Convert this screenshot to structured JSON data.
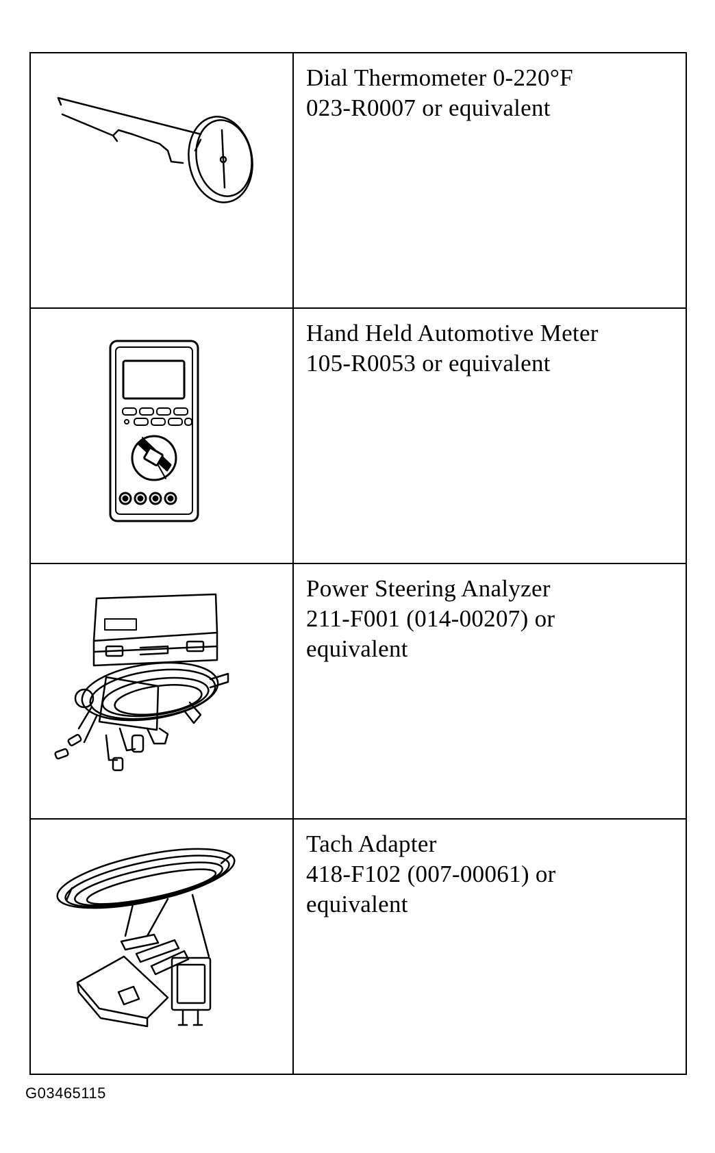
{
  "tools": [
    {
      "icon": "dial-thermometer-icon",
      "name": "Dial Thermometer 0-220°F",
      "lines": [
        "023-R0007 or equivalent"
      ]
    },
    {
      "icon": "automotive-meter-icon",
      "name": "Hand Held Automotive Meter",
      "lines": [
        "105-R0053 or equivalent"
      ]
    },
    {
      "icon": "power-steering-analyzer-icon",
      "name": "Power Steering Analyzer",
      "lines": [
        "211-F001 (014-00207) or",
        "equivalent"
      ]
    },
    {
      "icon": "tach-adapter-icon",
      "name": "Tach Adapter",
      "lines": [
        "418-F102 (007-00061) or",
        "equivalent"
      ]
    }
  ],
  "figure_id": "G03465115"
}
